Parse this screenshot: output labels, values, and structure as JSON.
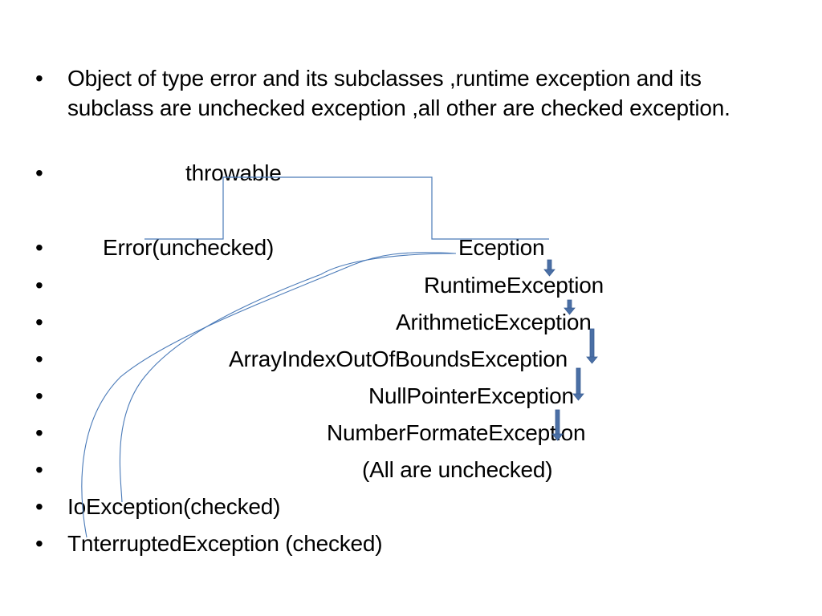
{
  "bullet_glyph": "•",
  "intro": "Object of type error and its subclasses ,runtime exception and its subclass are unchecked exception ,all other are checked exception.",
  "hierarchy": {
    "root": "throwable",
    "error": "Error(unchecked)",
    "exception": "Eception",
    "runtime": "RuntimeException",
    "arithmetic": "ArithmeticException",
    "array_index": "ArrayIndexOutOfBoundsException",
    "null_pointer": "NullPointerException",
    "number_format": "NumberFormateException",
    "unchecked_note": "(All are unchecked)",
    "io": "IoException(checked)",
    "interrupted": "TnterruptedException (checked)"
  },
  "colors": {
    "connector": "#4a7ab8",
    "arrow": "#4a6fa5"
  }
}
